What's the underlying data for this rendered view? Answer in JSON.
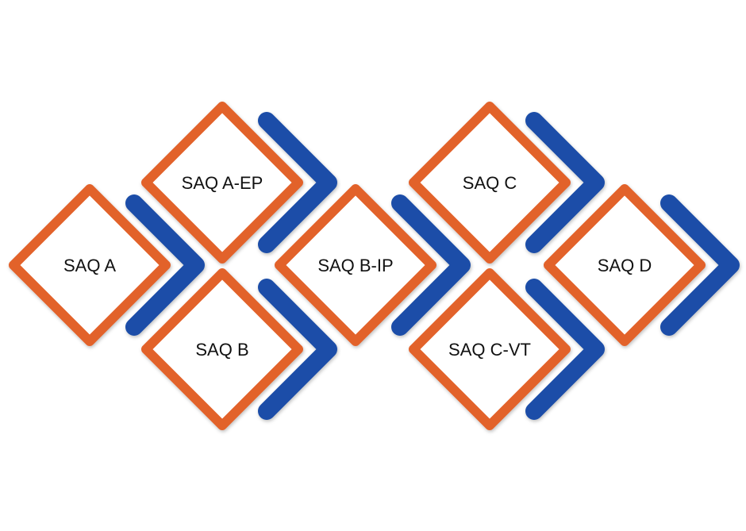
{
  "colors": {
    "diamond_stroke": "#e2622c",
    "diamond_fill": "#ffffff",
    "chevron": "#1a4ea8",
    "text": "#111111"
  },
  "nodes": [
    {
      "label": "SAQ A"
    },
    {
      "label": "SAQ A-EP"
    },
    {
      "label": "SAQ B"
    },
    {
      "label": "SAQ B-IP"
    },
    {
      "label": "SAQ C"
    },
    {
      "label": "SAQ C-VT"
    },
    {
      "label": "SAQ D"
    }
  ]
}
